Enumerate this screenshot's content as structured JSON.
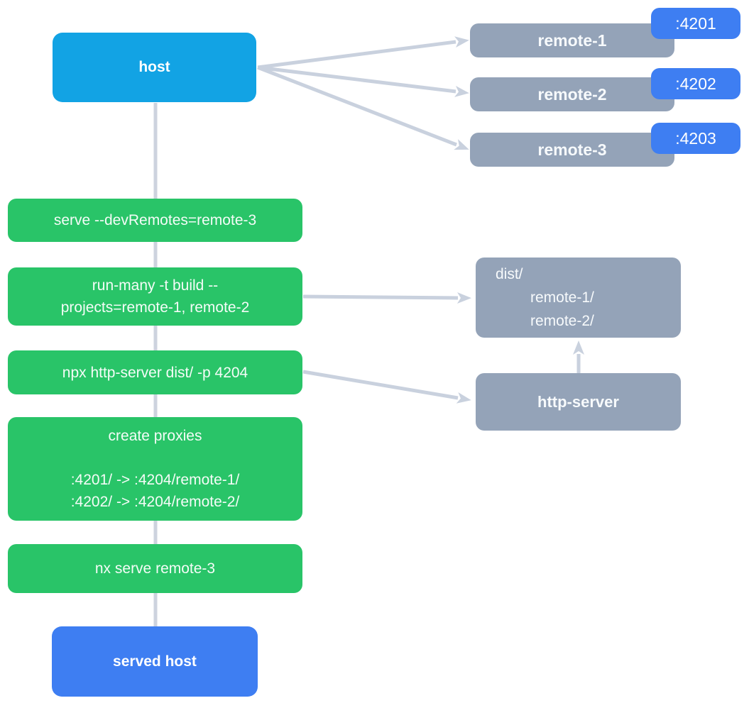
{
  "diagram": {
    "host": {
      "label": "host"
    },
    "remotes": [
      {
        "label": "remote-1",
        "port": ":4201"
      },
      {
        "label": "remote-2",
        "port": ":4202"
      },
      {
        "label": "remote-3",
        "port": ":4203"
      }
    ],
    "steps": [
      {
        "lines": [
          "serve --devRemotes=remote-3"
        ]
      },
      {
        "lines": [
          "run-many -t build --",
          "projects=remote-1, remote-2"
        ]
      },
      {
        "lines": [
          "npx http-server dist/ -p 4204"
        ]
      },
      {
        "lines": [
          "create proxies",
          "",
          ":4201/ -> :4204/remote-1/",
          ":4202/ -> :4204/remote-2/"
        ]
      },
      {
        "lines": [
          "nx serve remote-3"
        ]
      }
    ],
    "dist": {
      "lines": [
        "dist/",
        "remote-1/",
        "remote-2/"
      ]
    },
    "http_server": {
      "label": "http-server"
    },
    "served_host": {
      "label": "served host"
    }
  },
  "colors": {
    "host_cyan": "#12a3e4",
    "accent_blue": "#3e7ef2",
    "command_green": "#29c468",
    "node_gray": "#94a3b8",
    "edge_gray": "#c9d1de"
  }
}
